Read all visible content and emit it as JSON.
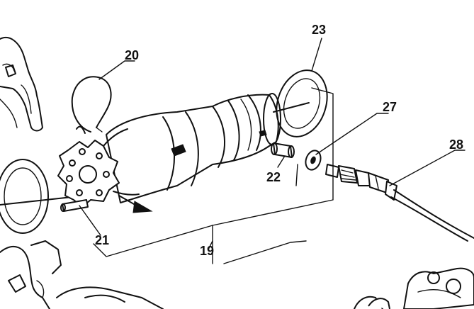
{
  "diagram": {
    "callouts": {
      "c19": "19",
      "c20": "20",
      "c21": "21",
      "c22": "22",
      "c23": "23",
      "c27": "27",
      "c28": "28"
    },
    "ink_color": "#111111",
    "background_color": "#ffffff"
  }
}
